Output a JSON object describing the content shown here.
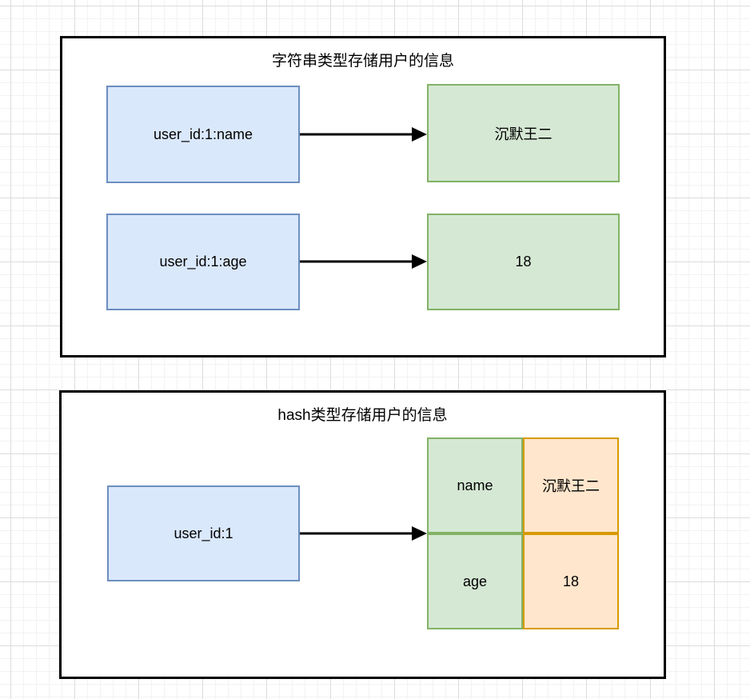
{
  "panels": [
    {
      "title": "字符串类型存储用户的信息",
      "pairs": [
        {
          "key": "user_id:1:name",
          "value": "沉默王二"
        },
        {
          "key": "user_id:1:age",
          "value": "18"
        }
      ]
    },
    {
      "title": "hash类型存储用户的信息",
      "key": "user_id:1",
      "hash_table": [
        {
          "field": "name",
          "value": "沉默王二"
        },
        {
          "field": "age",
          "value": "18"
        }
      ]
    }
  ],
  "colors": {
    "key_box_fill": "#dae8fc",
    "key_box_border": "#6c8ebf",
    "value_box_fill": "#d5e8d4",
    "value_box_border": "#82b366",
    "hash_field_fill": "#d5e8d4",
    "hash_field_border": "#82b366",
    "hash_value_fill": "#ffe6cc",
    "hash_value_border": "#d79b00",
    "panel_border": "#000000",
    "arrow": "#000000"
  }
}
